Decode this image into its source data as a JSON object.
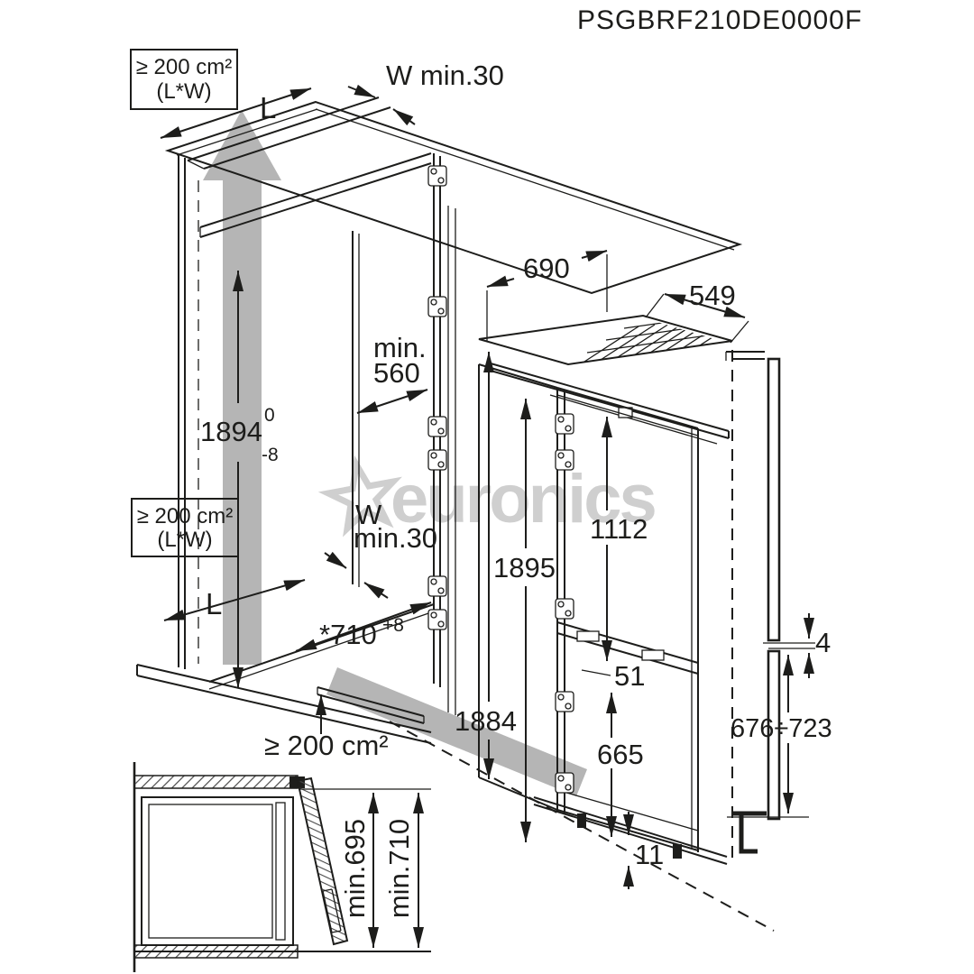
{
  "title": "PSGBRF210DE0000F",
  "watermark": {
    "text": "euronics"
  },
  "labels": {
    "vent_top_area": "≥ 200 cm²",
    "vent_top_formula": "(L*W)",
    "vent_mid_area": "≥ 200 cm²",
    "vent_mid_formula": "(L*W)",
    "vent_plinth_area": "≥ 200 cm²",
    "len_top": "L",
    "len_bottom": "L",
    "width_top": "W min.30",
    "width_mid_1": "W",
    "width_mid_2": "min.30",
    "depth_min_1": "min.",
    "depth_min_2": "560",
    "niche_height": "1894",
    "niche_height_tol_upper": "0",
    "niche_height_tol_lower": "-8",
    "niche_width": "*710",
    "niche_width_tol": "+8",
    "top_clearance": "690",
    "appliance_depth": "549",
    "appliance_height": "1895",
    "upper_door_height": "1112",
    "door_gap": "51",
    "lower_door_height": "665",
    "height_to_floor": "1884",
    "bottom_gap": "11",
    "panel_gap": "4",
    "lower_panel_range": "676÷723",
    "door_open_min": "min.695",
    "door_open_total": "min.710"
  },
  "colors": {
    "line": "#1d1d1b",
    "airflow": "#b5b5b5",
    "watermark": "#cfcfcf"
  }
}
